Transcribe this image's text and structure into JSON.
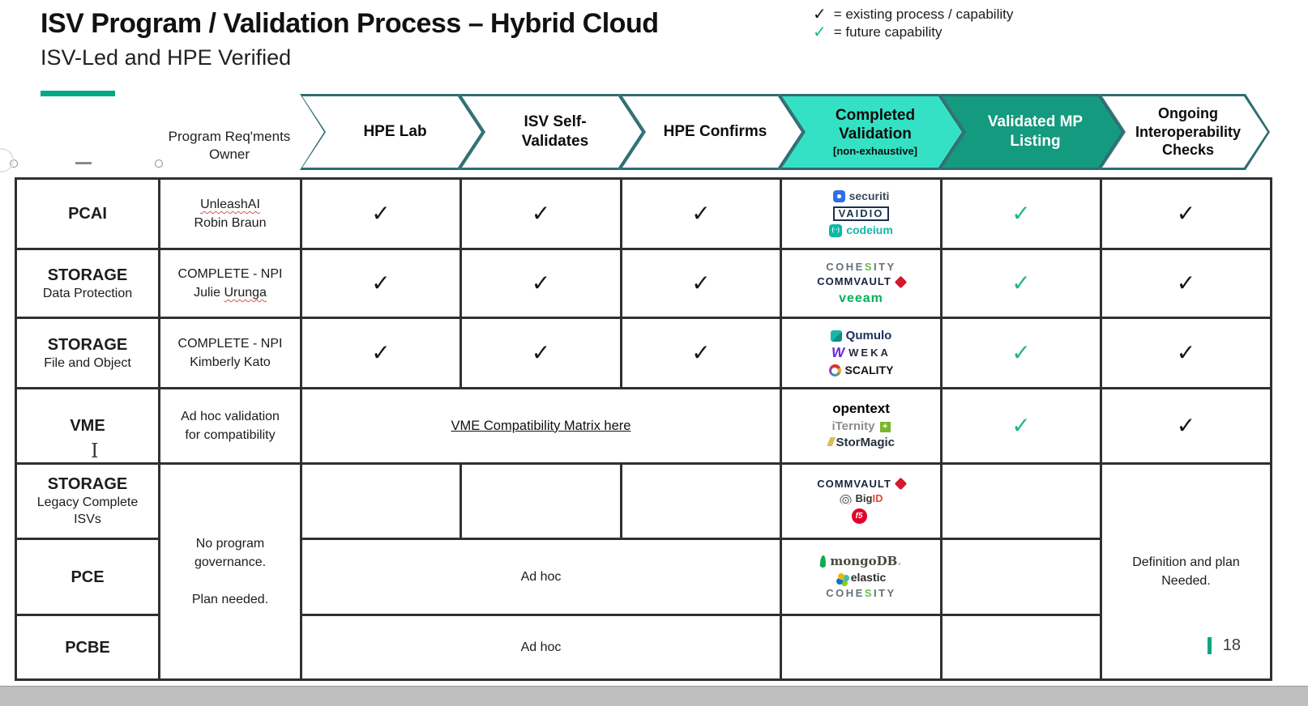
{
  "slide": {
    "title": "ISV Program / Validation Process – Hybrid Cloud",
    "subtitle": "ISV-Led and HPE Verified",
    "page_number": "18"
  },
  "legend": {
    "check_glyph": "✓",
    "existing_label": "= existing process / capability",
    "future_label": "= future capability"
  },
  "colors": {
    "hpe_green": "#01a982",
    "arrow_border": "#2f6d72",
    "completed_fill": "#35e1c4",
    "validated_fill": "#149a7e",
    "existing_check": "#161616",
    "future_check": "#1fb68d"
  },
  "header": {
    "owner_label": "Program Req'ments\nOwner"
  },
  "steps": [
    {
      "label": "HPE Lab",
      "style": "outline"
    },
    {
      "label": "ISV Self-\nValidates",
      "style": "outline"
    },
    {
      "label": "HPE Confirms",
      "style": "outline"
    },
    {
      "label": "Completed\nValidation",
      "sub": "[non-exhaustive]",
      "style": "teal-light"
    },
    {
      "label": "Validated MP\nListing",
      "style": "teal-dark"
    },
    {
      "label": "Ongoing\nInteroperability\nChecks",
      "style": "outline"
    }
  ],
  "rows": [
    {
      "category": "PCAI",
      "owner_line1": "UnleashAI",
      "owner_line2": "Robin Braun",
      "checks": {
        "hpe_lab": "existing",
        "isv_self": "existing",
        "hpe_confirms": "existing",
        "validated_mp": "future",
        "ongoing": "existing"
      },
      "logos": [
        {
          "id": "securiti",
          "icon": "securiti",
          "parts": [
            [
              "securiti",
              "#3b4a56"
            ]
          ]
        },
        {
          "id": "vaidio",
          "parts": [
            [
              "VAIDIO",
              "#17344f"
            ]
          ]
        },
        {
          "id": "codeium",
          "icon": "codeium",
          "icon_glyph": "(··)",
          "parts": [
            [
              "codeium",
              "#14b8a6"
            ]
          ]
        }
      ]
    },
    {
      "category": "STORAGE",
      "category_sub": "Data Protection",
      "owner_line1": "COMPLETE - NPI",
      "owner_line2a": "Julie ",
      "owner_line2b": "Urunga",
      "checks": {
        "hpe_lab": "existing",
        "isv_self": "existing",
        "hpe_confirms": "existing",
        "validated_mp": "future",
        "ongoing": "existing"
      },
      "logos": [
        {
          "id": "cohesity",
          "parts": [
            [
              "COHE",
              "#667079"
            ],
            [
              "S",
              "#6abf4b"
            ],
            [
              "ITY",
              "#667079"
            ]
          ]
        },
        {
          "id": "commvault",
          "icon_right": "commvault",
          "parts": [
            [
              "COMMVAULT",
              "#17233f"
            ]
          ]
        },
        {
          "id": "veeam",
          "parts": [
            [
              "veeam",
              "#00b259"
            ]
          ]
        }
      ]
    },
    {
      "category": "STORAGE",
      "category_sub": "File and Object",
      "owner_line1": "COMPLETE - NPI",
      "owner_line2": "Kimberly Kato",
      "checks": {
        "hpe_lab": "existing",
        "isv_self": "existing",
        "hpe_confirms": "existing",
        "validated_mp": "future",
        "ongoing": "existing"
      },
      "logos": [
        {
          "id": "qumulo",
          "icon": "qumulo",
          "parts": [
            [
              "Qumulo",
              "#1c2f5e"
            ]
          ]
        },
        {
          "id": "weka",
          "icon": "weka",
          "icon_glyph": "W",
          "parts": [
            [
              "WEKA",
              "#2b2b3a"
            ]
          ]
        },
        {
          "id": "scality",
          "icon": "scality",
          "parts": [
            [
              "SCALITY",
              "#111111"
            ]
          ]
        }
      ]
    },
    {
      "category": "VME",
      "owner_line1": "Ad hoc validation",
      "owner_line2": "for compatibility",
      "span_link": "VME Compatibility Matrix here",
      "checks": {
        "validated_mp": "future",
        "ongoing": "existing"
      },
      "logos": [
        {
          "id": "opentext",
          "parts": [
            [
              "opentext",
              "#000000"
            ]
          ]
        },
        {
          "id": "iternity",
          "icon_right": "iternity",
          "icon_right_glyph": "+",
          "parts": [
            [
              "iTernity",
              "#8a8f94"
            ]
          ]
        },
        {
          "id": "stormagic",
          "icon": "stormagic",
          "icon_glyph": "///",
          "parts": [
            [
              "StorMagic",
              "#25303e"
            ]
          ]
        }
      ]
    },
    {
      "category": "STORAGE",
      "category_sub": "Legacy Complete\nISVs",
      "logos": [
        {
          "id": "commvault",
          "icon_right": "commvault",
          "parts": [
            [
              "COMMVAULT",
              "#17233f"
            ]
          ]
        },
        {
          "id": "bigid",
          "icon": "bigid",
          "parts": [
            [
              "Big",
              "#333333"
            ],
            [
              "ID",
              "#e8463c"
            ]
          ]
        },
        {
          "id": "f5",
          "icon": "f5",
          "icon_glyph": "f5",
          "parts": []
        }
      ]
    },
    {
      "category": "PCE",
      "span_text": "Ad hoc",
      "logos": [
        {
          "id": "mongodb",
          "icon": "mongodb",
          "parts": [
            [
              "mongoDB",
              "#494740"
            ],
            [
              ".",
              "#b9b7ae"
            ]
          ]
        },
        {
          "id": "elastic",
          "icon": "elastic",
          "parts": [
            [
              "elastic",
              "#2d2d2d"
            ]
          ]
        },
        {
          "id": "cohesity",
          "parts": [
            [
              "COHE",
              "#667079"
            ],
            [
              "S",
              "#6abf4b"
            ],
            [
              "ITY",
              "#667079"
            ]
          ]
        }
      ]
    },
    {
      "category": "PCBE",
      "span_text": "Ad hoc",
      "logos": []
    }
  ],
  "merged": {
    "owner_note": "No program\ngovernance.\n\nPlan needed.",
    "definition_note": "Definition and plan\nNeeded."
  }
}
